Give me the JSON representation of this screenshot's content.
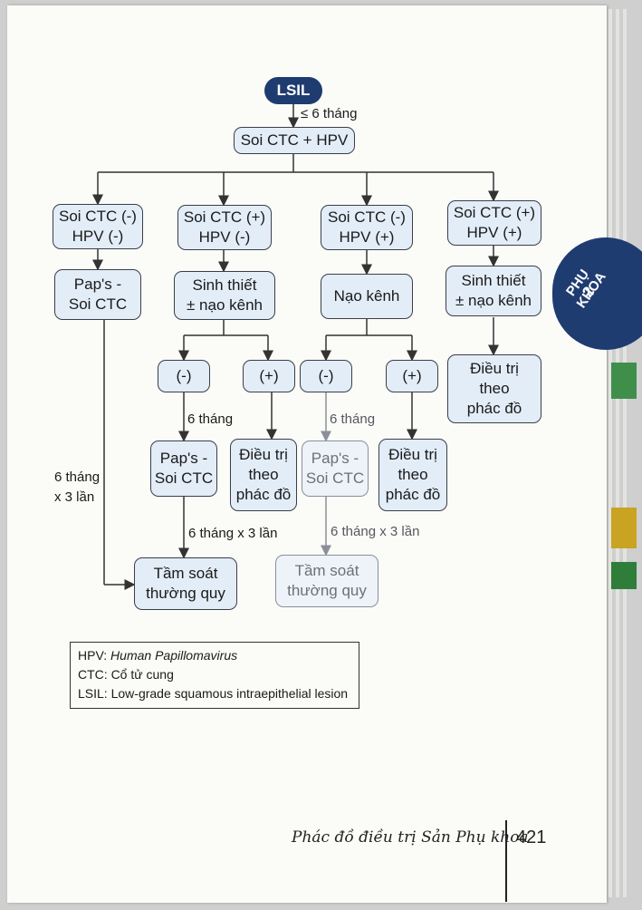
{
  "start": "LSIL",
  "edge_interval_top": "≤ 6 tháng",
  "step1": "Soi CTC + HPV",
  "branches": [
    {
      "result": [
        "Soi CTC (-)",
        "HPV (-)"
      ],
      "action": [
        "Pap's -",
        "Soi CTC"
      ]
    },
    {
      "result": [
        "Soi CTC (+)",
        "HPV (-)"
      ],
      "action": [
        "Sinh thiết",
        "± nạo kênh"
      ]
    },
    {
      "result": [
        "Soi CTC (-)",
        "HPV (+)"
      ],
      "action": [
        "Nạo kênh"
      ]
    },
    {
      "result": [
        "Soi CTC (+)",
        "HPV (+)"
      ],
      "action": [
        "Sinh thiết",
        "± nạo kênh"
      ],
      "next": [
        "Điều trị",
        "theo",
        "phác đồ"
      ]
    }
  ],
  "sub_outcomes": {
    "neg": "(-)",
    "pos": "(+)"
  },
  "follow": {
    "interval": "6 tháng",
    "pap": [
      "Pap's -",
      "Soi CTC"
    ],
    "treat": [
      "Điều trị",
      "theo",
      "phác đồ"
    ],
    "interval_repeat": "6 tháng x 3 lần",
    "routine": [
      "Tầm soát",
      "thường quy"
    ]
  },
  "left_interval": [
    "6 tháng",
    "x 3 lần"
  ],
  "legend": [
    {
      "abbr": "HPV:",
      "text": "Human Papillomavirus"
    },
    {
      "abbr": "CTC:",
      "text": "Cổ tử cung"
    },
    {
      "abbr": "LSIL:",
      "text": "Low-grade squamous intraepithelial lesion"
    }
  ],
  "side_tab": {
    "text": "PHỤ KHOA",
    "number": "2"
  },
  "footer": {
    "title": "Phác đồ điều trị Sản Phụ khoa",
    "page": "421"
  },
  "colors": {
    "box_fill": "#e3edf8",
    "accent": "#1f3c70",
    "line": "#333333"
  }
}
